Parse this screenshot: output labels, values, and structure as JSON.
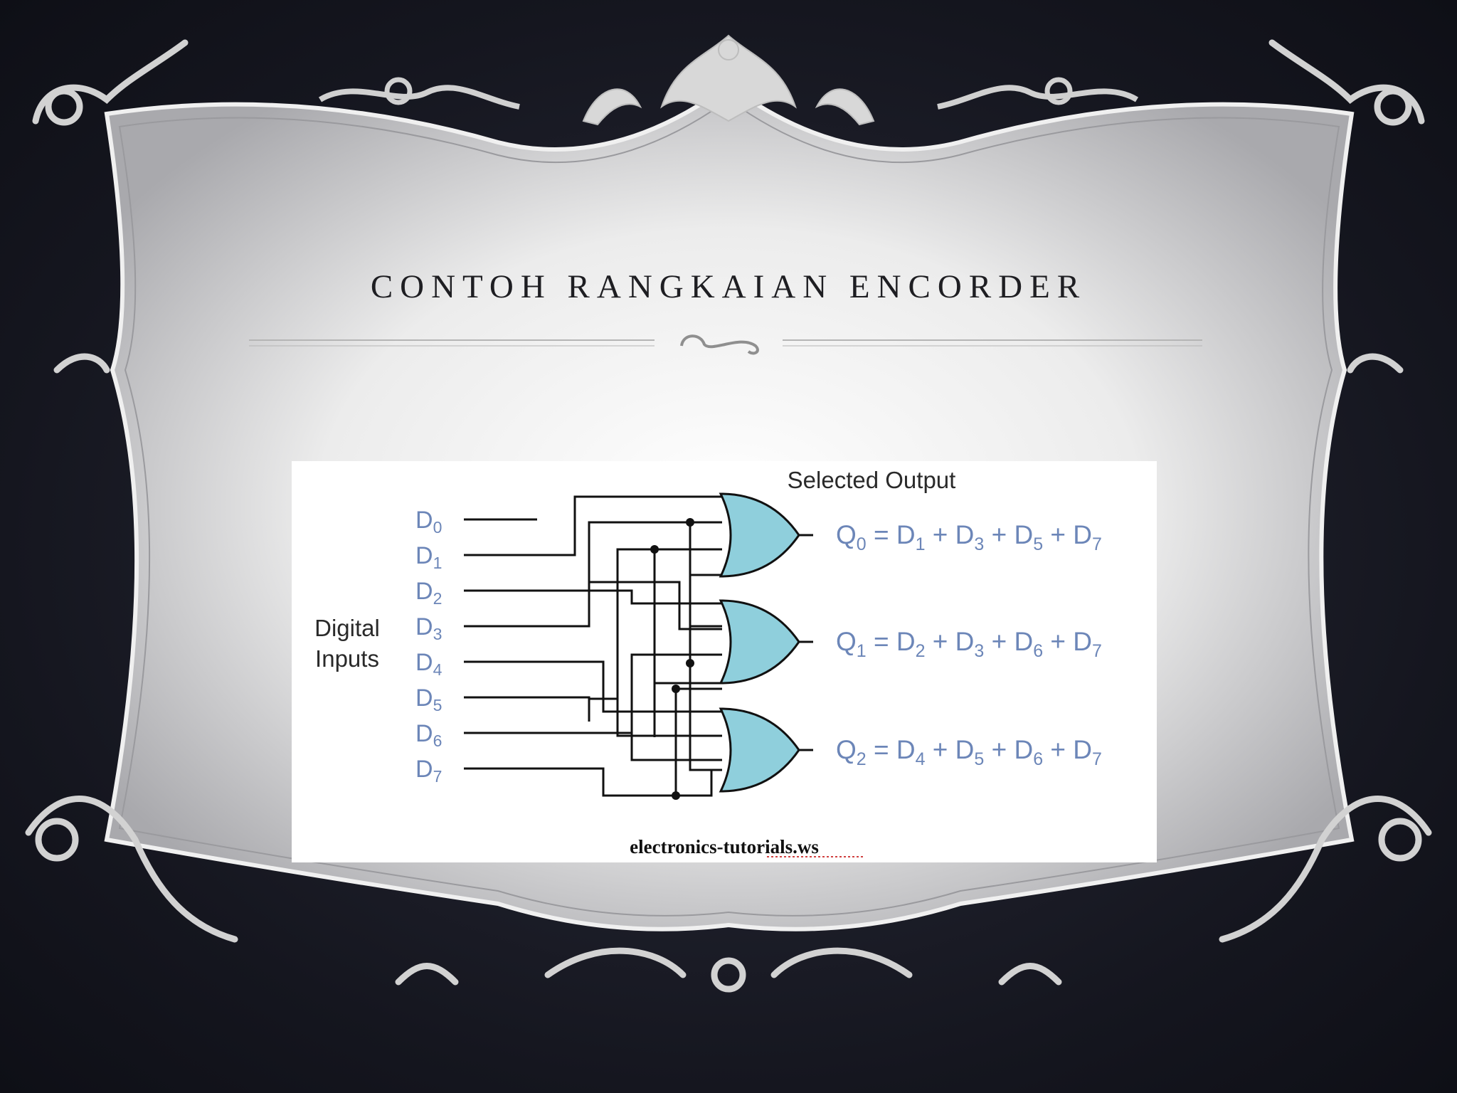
{
  "slide": {
    "title": "CONTOH RANGKAIAN ENCORDER"
  },
  "diagram": {
    "header": "Selected Output",
    "input_group_label": [
      "Digital",
      "Inputs"
    ],
    "inputs": [
      {
        "letter": "D",
        "sub": "0"
      },
      {
        "letter": "D",
        "sub": "1"
      },
      {
        "letter": "D",
        "sub": "2"
      },
      {
        "letter": "D",
        "sub": "3"
      },
      {
        "letter": "D",
        "sub": "4"
      },
      {
        "letter": "D",
        "sub": "5"
      },
      {
        "letter": "D",
        "sub": "6"
      },
      {
        "letter": "D",
        "sub": "7"
      }
    ],
    "outputs": [
      {
        "q": "Q",
        "q_sub": "0",
        "terms": [
          {
            "sub": "1"
          },
          {
            "sub": "3"
          },
          {
            "sub": "5"
          },
          {
            "sub": "7"
          }
        ]
      },
      {
        "q": "Q",
        "q_sub": "1",
        "terms": [
          {
            "sub": "2"
          },
          {
            "sub": "3"
          },
          {
            "sub": "6"
          },
          {
            "sub": "7"
          }
        ]
      },
      {
        "q": "Q",
        "q_sub": "2",
        "terms": [
          {
            "sub": "4"
          },
          {
            "sub": "5"
          },
          {
            "sub": "6"
          },
          {
            "sub": "7"
          }
        ]
      }
    ],
    "credit": "electronics-tutorials.ws",
    "gate_color": "#8fcfdc",
    "label_color": "#6c86b8"
  }
}
